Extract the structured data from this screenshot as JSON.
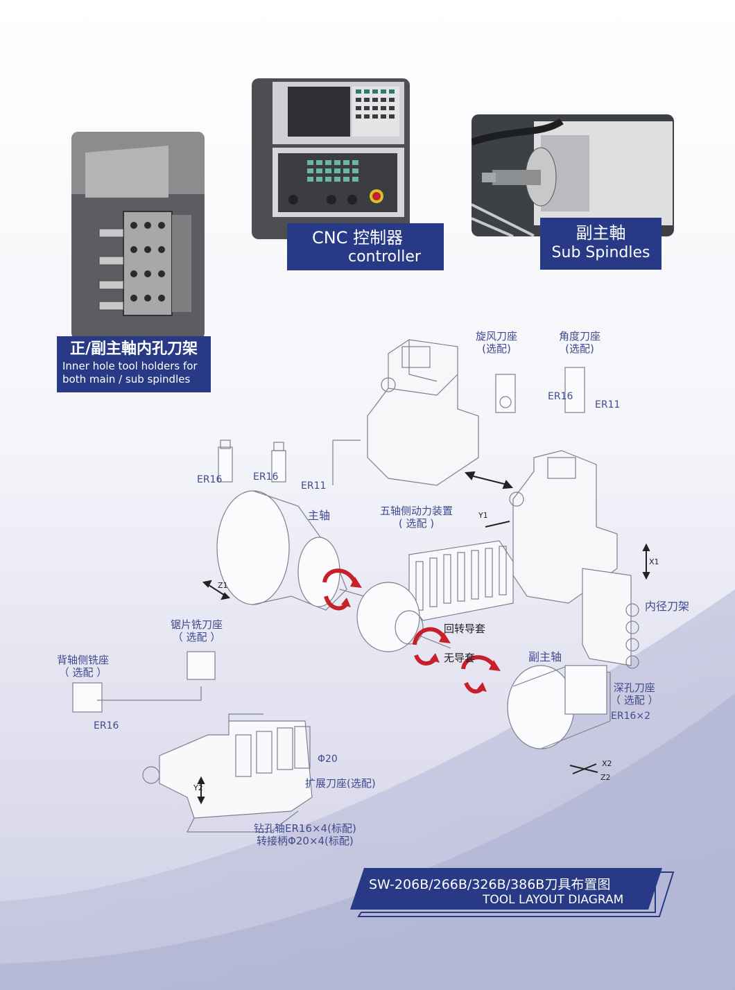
{
  "colors": {
    "brand": "#283a86",
    "label": "#3f4a8e",
    "arrow": "#c8202a",
    "line": "#7b8090"
  },
  "photos": {
    "inner_holder": {
      "zh": "正/副主軸内孔刀架",
      "en_line1": "Inner hole tool holders for",
      "en_line2": "both main / sub spindles"
    },
    "cnc": {
      "zh": "CNC 控制器",
      "en": "controller"
    },
    "sub": {
      "zh": "副主軸",
      "en": "Sub Spindles"
    }
  },
  "labels": {
    "whirl": "旋风刀座",
    "whirl_opt": "(选配)",
    "angle": "角度刀座",
    "angle_opt": "(选配)",
    "er16_a": "ER16",
    "er11_a": "ER11",
    "er16_b": "ER16",
    "er16_c": "ER16",
    "er11_b": "ER11",
    "main_spindle": "主轴",
    "five_axis": "五轴侧动力装置",
    "five_axis_opt": "( 选配 )",
    "y1": "Y1",
    "x1": "X1",
    "z1": "Z1",
    "inner_rack": "内径刀架",
    "saw": "锯片铣刀座",
    "saw_opt": "（ 选配 ）",
    "back": "背轴侧铣座",
    "back_opt": "（ 选配 ）",
    "rot_guide": "回转导套",
    "no_guide": "无导套",
    "sub_spindle": "副主轴",
    "deep": "深孔刀座",
    "deep_opt": "（ 选配 ）",
    "deep_er": "ER16×2",
    "er16_d": "ER16",
    "phi20": "Φ20",
    "ext": "扩展刀座(选配)",
    "y2": "Y2",
    "x2": "X2",
    "z2": "Z2",
    "drill1": "钻孔轴ER16×4(标配)",
    "drill2": "转接柄Φ20×4(标配)"
  },
  "footer": {
    "title": "SW-206B/266B/326B/386B刀具布置图",
    "subtitle": "TOOL LAYOUT DIAGRAM"
  }
}
